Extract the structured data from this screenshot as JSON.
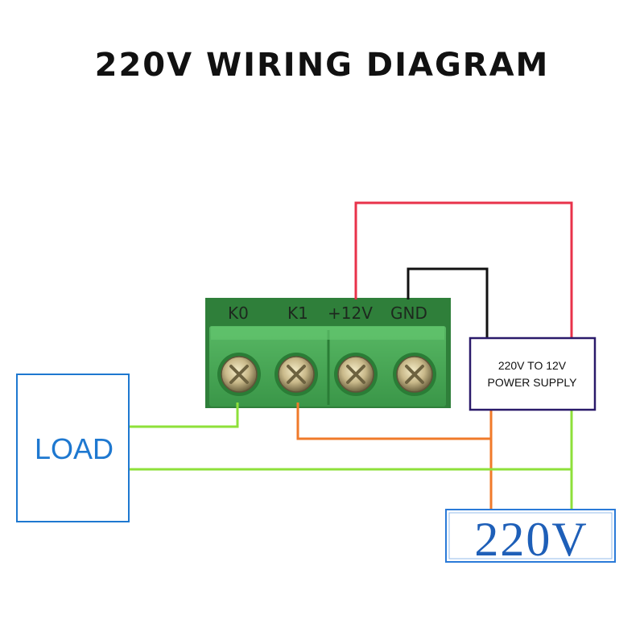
{
  "title": "220V WIRING DIAGRAM",
  "terminal_block": {
    "labels": [
      "K0",
      "K1",
      "+12V",
      "GND"
    ]
  },
  "load": {
    "label": "LOAD"
  },
  "power_supply": {
    "line1": "220V TO 12V",
    "line2": "POWER SUPPLY"
  },
  "mains": {
    "label": "220V"
  },
  "colors": {
    "red_wire": "#e8324a",
    "black_wire": "#111111",
    "orange_wire": "#f07a2a",
    "green_wire": "#8ee03a",
    "load_box": "#1e78d0",
    "psu_box": "#2a1a6a",
    "mains_box": "#2a7ad8",
    "terminal_green": "#3aa24a"
  }
}
